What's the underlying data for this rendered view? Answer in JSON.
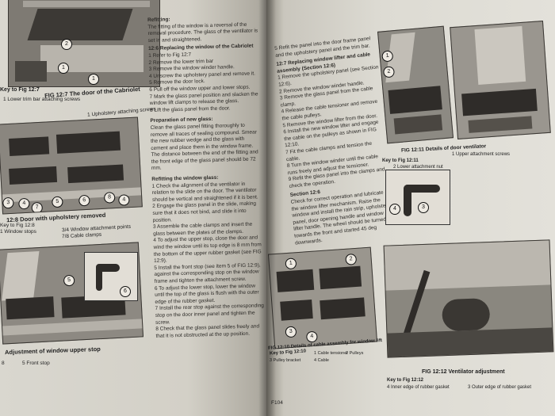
{
  "left_page": {
    "fig_12_7": {
      "key": "Key to Fig 12:7",
      "title": "FIG 12:7   The door of the Cabriolet",
      "items": [
        "1  Lower trim bar attaching screws",
        "1  Upholstery attaching screws"
      ],
      "callouts": [
        "2",
        "1",
        "1"
      ]
    },
    "fig_12_8": {
      "title": "12:8   Door with upholstery removed",
      "key": "Key to Fig 12:8",
      "items": [
        "1  Window stops",
        "3/4  Window attachment points",
        "7/8  Cable clamps"
      ],
      "callouts": [
        "3",
        "5",
        "6",
        "7",
        "8",
        "4",
        "4"
      ]
    },
    "fig_12_9": {
      "title": "Adjustment of window upper stop",
      "items": [
        "5  Front stop"
      ],
      "callouts": [
        "5",
        "6"
      ]
    },
    "page_number_partial": "8",
    "text_column": {
      "heading_refitting": "Refitting:",
      "refitting_paragraphs": [
        "The fitting of the window is a reversal of the removal procedure. The glass of the ventilator is set in and straightened.",
        "12:6 Replacing the window of the Cabriolet"
      ],
      "steps_removal": [
        "1  Refer to Fig 12:7",
        "2  Remove the lower trim bar",
        "3  Remove the window winder handle.",
        "4  Unscrew the upholstery panel and remove it.",
        "5  Remove the door lock.",
        "6  Pull off the window upper and lower stops.",
        "7  Mark the glass panel position and slacken the window lift clamps to release the glass.",
        "8  Lift the glass panel from the door."
      ],
      "heading_preparation": "Preparation of new glass:",
      "preparation_text": "Clean the glass panel fitting thoroughly to remove all traces of sealing compound. Smear the new rubber wedge and the glass with cement and place them in the window frame. The distance between the end of the fitting and the front edge of the glass panel should be 72 mm.",
      "heading_refitting_glass": "Refitting the window glass:",
      "steps_refitting": [
        "1  Check the alignment of the ventilator in relation to the slide on the door. The ventilator should be vertical and straightened if it is bent.",
        "2  Engage the glass panel in the slide, making sure that it does not bind, and slide it into position.",
        "3  Assemble the cable clamps and insert the glass between the plates of the clamps.",
        "4  To adjust the upper stop, close the door and wind the window until its top edge is 8 mm from the bottom of the upper rubber gasket (see FIG 12:9).",
        "5  Install the front stop (see item 5 of FIG 12:9), against the corresponding stop on the window frame and tighten the attachment screw.",
        "6  To adjust the lower stop, lower the window until the top of the glass is flush with the outer edge of the rubber gasket.",
        "7  Install the rear stop against the corresponding stop on the door inner panel and tighten the screw.",
        "8  Check that the glass panel slides freely and that it is not obstructed at the up position."
      ]
    }
  },
  "right_page": {
    "text_column": {
      "intro": "5  Refit the panel into the door frame panel and the upholstery panel and the trim bar.",
      "heading_section": "12:7 Replacing window lifter and cable assembly (Section 12:6)",
      "steps": [
        "1  Remove the upholstery panel (see Section 12:6).",
        "2  Remove the window winder handle.",
        "3  Remove the glass panel from the cable clamp.",
        "4  Release the cable tensioner and remove the cable pulleys.",
        "5  Remove the window lifter from the door.",
        "6  Install the new window lifter and engage the cable on the pulleys as shown in FIG 12:10.",
        "7  Fit the cable clamps and tension the cable.",
        "8  Turn the window winder until the cable runs freely and adjust the tensioner.",
        "9  Refit the glass panel into the clamps and check the operation."
      ],
      "section_ref": "Section 12:6",
      "closing": "Check for correct operation and lubricate the window lifter mechanism. Raise the window and install the rain strip, upholstery panel, door opening handle and window lifter handle. The wheel should be turned towards the front and started 45 deg downwards."
    },
    "fig_12_10": {
      "key": "Key to Fig 12:10",
      "title": "FIG 12:10   Details of cable assembly for window lift",
      "items": [
        "1  Cable tensioner",
        "2  Pulleys",
        "3  Pulley bracket",
        "4  Cable"
      ],
      "callouts": [
        "1",
        "2",
        "3",
        "4"
      ]
    },
    "fig_12_11": {
      "title": "FIG 12:11   Details of door ventilator",
      "key": "Key to Fig 12:11",
      "items": [
        "1  Upper attachment screws",
        "2  Lower attachment nut"
      ],
      "callouts": [
        "1",
        "2"
      ]
    },
    "fig_12_12": {
      "title": "FIG 12:12   Ventilator adjustment",
      "key": "Key to Fig 12:12",
      "items": [
        "4  Inner edge of rubber gasket",
        "3  Outer edge of rubber gasket"
      ],
      "callouts": [
        "4",
        "3"
      ]
    },
    "page_number": "F104"
  }
}
